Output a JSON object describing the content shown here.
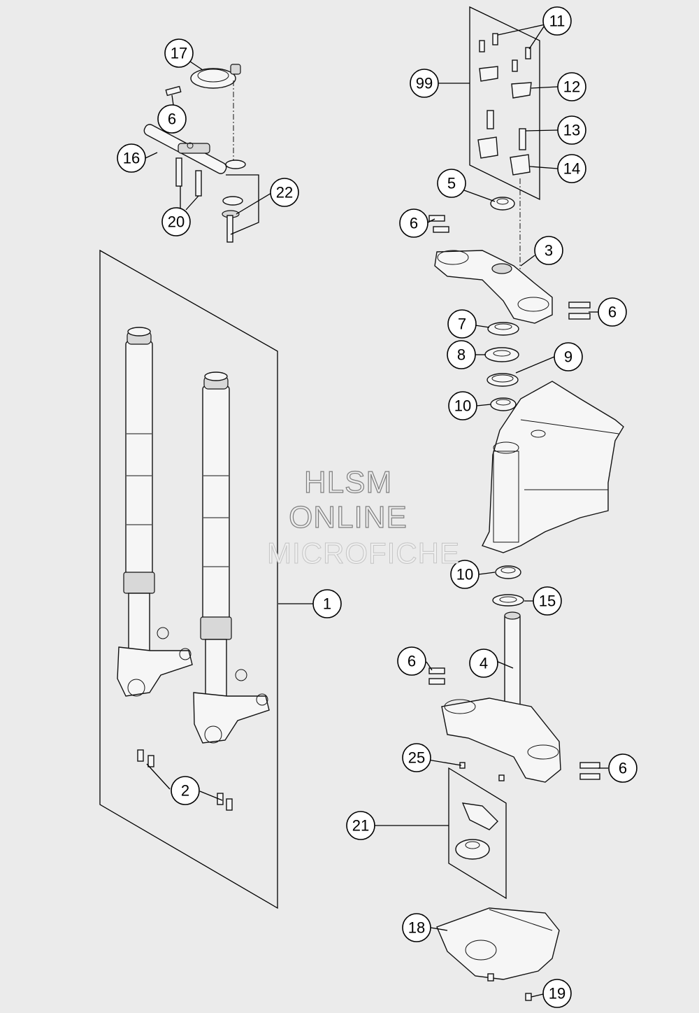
{
  "watermark": {
    "line1": "HLSM",
    "line2": "ONLINE",
    "line3": "MICROFICHE"
  },
  "callouts": [
    {
      "id": "c1",
      "label": "1"
    },
    {
      "id": "c2",
      "label": "2"
    },
    {
      "id": "c3",
      "label": "3"
    },
    {
      "id": "c4",
      "label": "4"
    },
    {
      "id": "c5",
      "label": "5"
    },
    {
      "id": "c6a",
      "label": "6"
    },
    {
      "id": "c6b",
      "label": "6"
    },
    {
      "id": "c6c",
      "label": "6"
    },
    {
      "id": "c6d",
      "label": "6"
    },
    {
      "id": "c6e",
      "label": "6"
    },
    {
      "id": "c7",
      "label": "7"
    },
    {
      "id": "c8",
      "label": "8"
    },
    {
      "id": "c9",
      "label": "9"
    },
    {
      "id": "c10a",
      "label": "10"
    },
    {
      "id": "c10b",
      "label": "10"
    },
    {
      "id": "c11",
      "label": "11"
    },
    {
      "id": "c12",
      "label": "12"
    },
    {
      "id": "c13",
      "label": "13"
    },
    {
      "id": "c14",
      "label": "14"
    },
    {
      "id": "c15",
      "label": "15"
    },
    {
      "id": "c16",
      "label": "16"
    },
    {
      "id": "c17",
      "label": "17"
    },
    {
      "id": "c18",
      "label": "18"
    },
    {
      "id": "c19",
      "label": "19"
    },
    {
      "id": "c20",
      "label": "20"
    },
    {
      "id": "c21",
      "label": "21"
    },
    {
      "id": "c22",
      "label": "22"
    },
    {
      "id": "c25",
      "label": "25"
    },
    {
      "id": "c99",
      "label": "99"
    }
  ]
}
